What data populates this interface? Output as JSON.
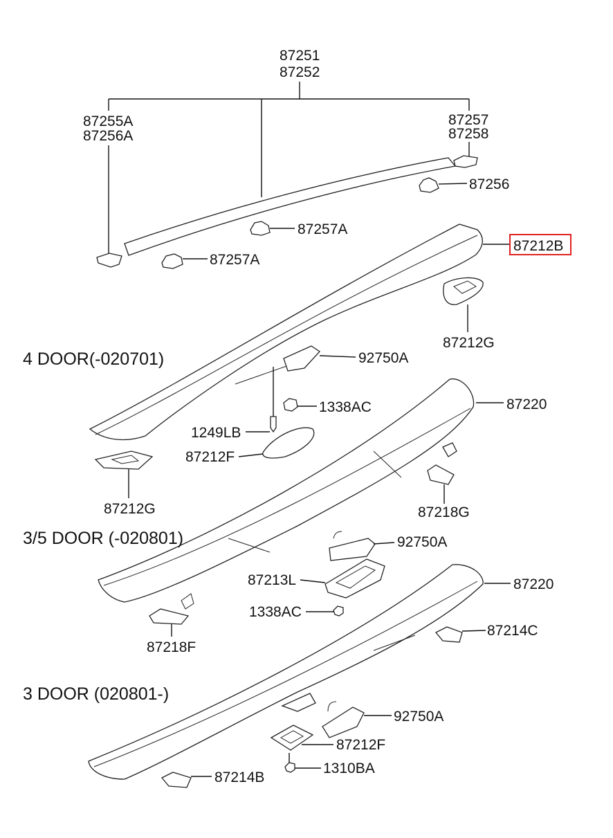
{
  "labels": {
    "p87251": "87251",
    "p87252": "87252",
    "p87255A": "87255A",
    "p87256A": "87256A",
    "p87257": "87257",
    "p87258": "87258",
    "p87256": "87256",
    "p87257A_1": "87257A",
    "p87257A_2": "87257A",
    "p87212B": "87212B",
    "p87212G_top": "87212G",
    "p92750A_1": "92750A",
    "p1338AC_1": "1338AC",
    "p1249LB": "1249LB",
    "p87212F_1": "87212F",
    "p87220_1": "87220",
    "p87212G_left": "87212G",
    "p87218G": "87218G",
    "p92750A_2": "92750A",
    "p87213L": "87213L",
    "p1338AC_2": "1338AC",
    "p87220_2": "87220",
    "p87218F": "87218F",
    "p87214C": "87214C",
    "p92750A_3": "92750A",
    "p87212F_2": "87212F",
    "p1310BA": "1310BA",
    "p87214B": "87214B"
  },
  "sections": {
    "four_door": "4 DOOR(-020701)",
    "three_five_door": "3/5 DOOR (-020801)",
    "three_door": "3 DOOR (020801-)"
  },
  "highlight": {
    "part": "87212B",
    "color": "#e02020"
  }
}
